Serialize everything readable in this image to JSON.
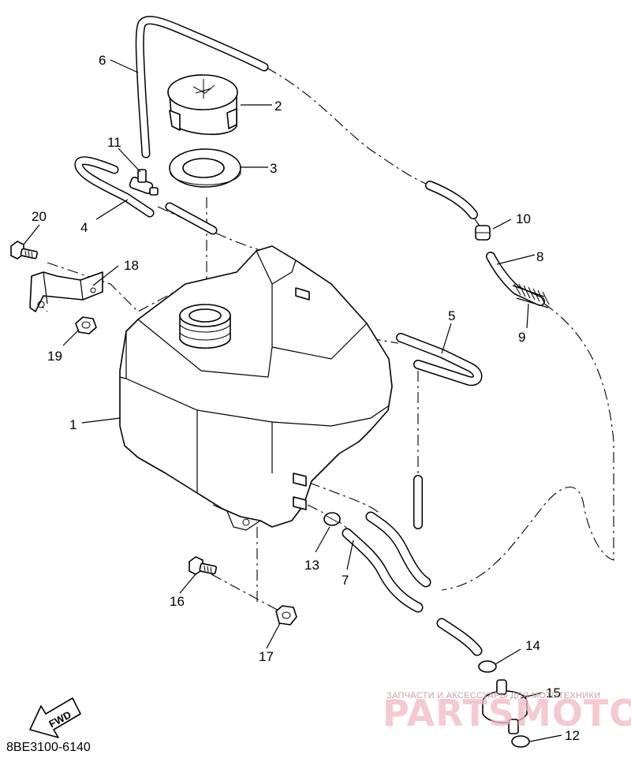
{
  "callouts": {
    "c1": "1",
    "c2": "2",
    "c3": "3",
    "c4": "4",
    "c5": "5",
    "c6": "6",
    "c7": "7",
    "c8": "8",
    "c9": "9",
    "c10": "10",
    "c11": "11",
    "c12": "12",
    "c13": "13",
    "c14": "14",
    "c15": "15",
    "c16": "16",
    "c17": "17",
    "c18": "18",
    "c19": "19",
    "c20": "20"
  },
  "fwd_label": "FWD",
  "diagram_code": "8BE3100-6140",
  "watermark": {
    "caption": "ЗАПЧАСТИ И АКСЕССУАРЫ ДЛЯ МОТОТЕХНИКИ",
    "brand": "PARTSMOTOR.RU"
  }
}
